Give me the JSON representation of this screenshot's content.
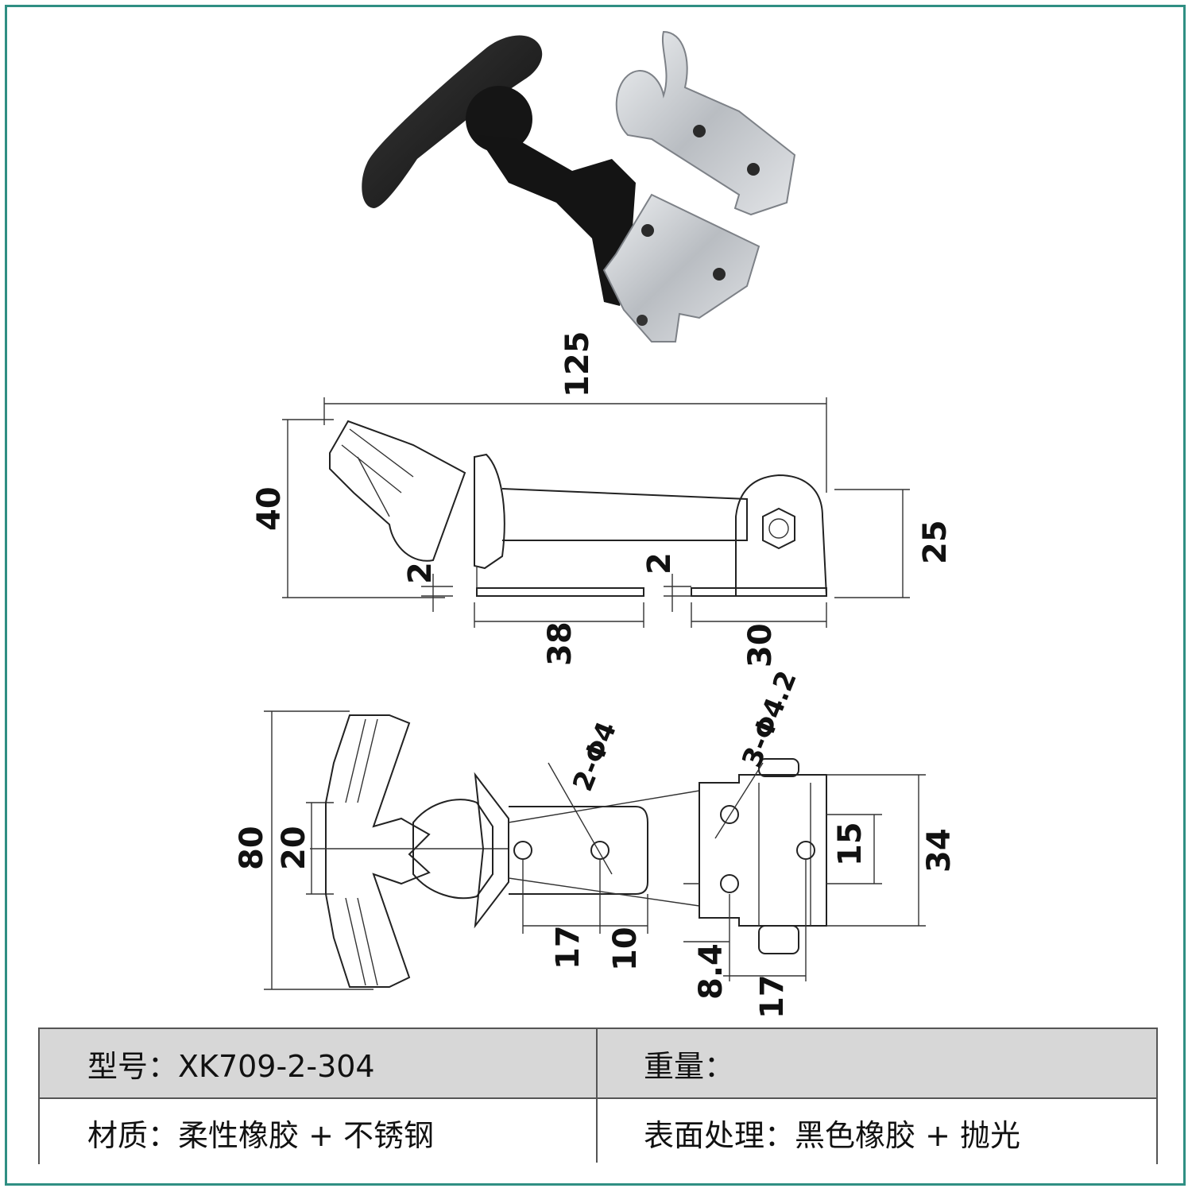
{
  "product": {
    "colors": {
      "frame": "#2f8f83",
      "rubber": "#1b1b1b",
      "steel": "#c9ccd0"
    }
  },
  "side_view": {
    "dims": {
      "overall_length": "125",
      "height": "40",
      "base_height": "25",
      "thickness_left": "2",
      "thickness_right": "2",
      "length_left": "38",
      "length_right": "30"
    }
  },
  "top_view": {
    "dims": {
      "overall_width": "80",
      "handle_width": "20",
      "bracket_width": "34",
      "hole_spacing": "15",
      "hole_pitch_a": "17",
      "hole_pitch_b": "10",
      "offset": "8.4",
      "bracket_len": "17"
    },
    "holes_left": "2-Φ4",
    "holes_right": "3-Φ4.2"
  },
  "spec": {
    "model_label": "型号：XK709-2-304",
    "weight_label": "重量：",
    "material_label": "材质：柔性橡胶 + 不锈钢",
    "finish_label": "表面处理：黑色橡胶 + 抛光"
  }
}
